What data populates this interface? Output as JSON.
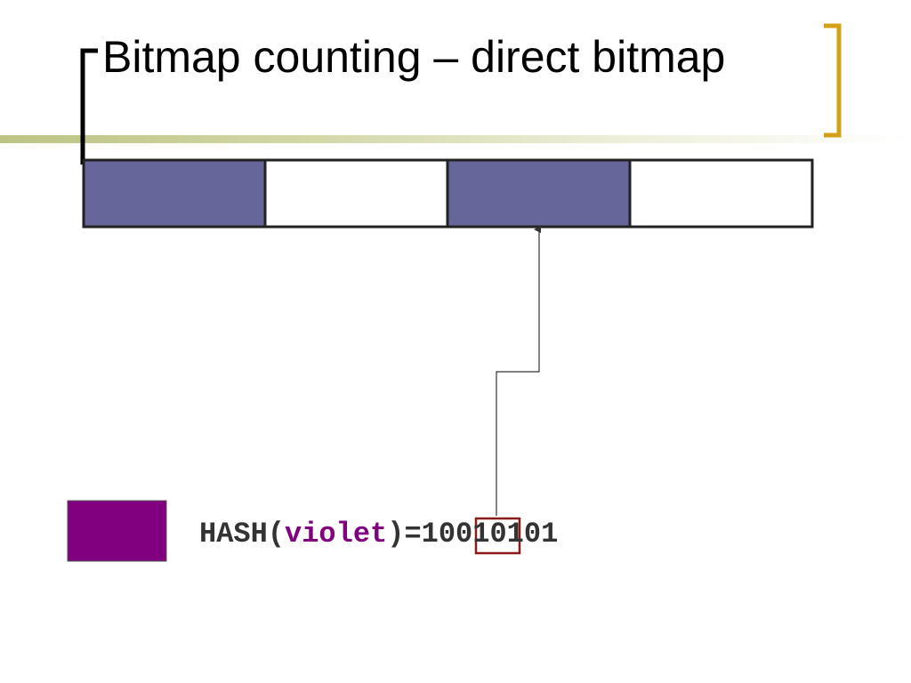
{
  "slide": {
    "title": "Bitmap counting – direct bitmap"
  },
  "bitmap": {
    "cells": [
      {
        "set": true
      },
      {
        "set": false
      },
      {
        "set": true
      },
      {
        "set": false
      }
    ],
    "set_color": "#67669b",
    "unset_color": "#ffffff"
  },
  "hash": {
    "function": "HASH(",
    "argument": "violet",
    "close": ")=",
    "value_highlighted": "10",
    "value_rest": "010101"
  },
  "colors": {
    "swatch": "#800080",
    "highlight_box": "#8b1a1a",
    "bracket_left": "#000000",
    "bracket_right": "#d4a017"
  }
}
